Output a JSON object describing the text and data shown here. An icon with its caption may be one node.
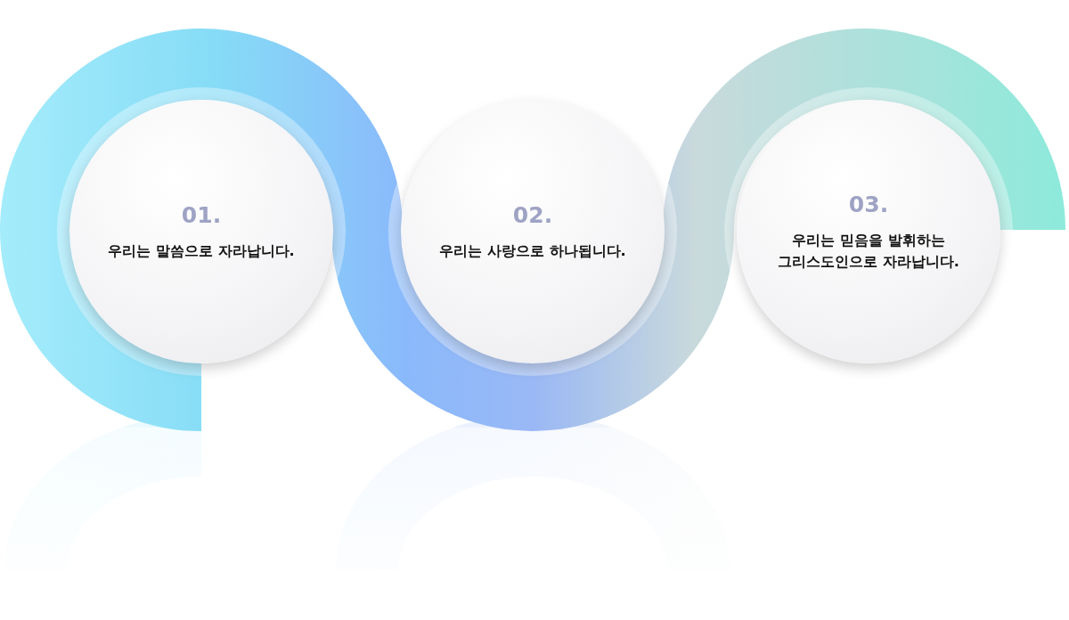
{
  "diagram": {
    "nodes": [
      {
        "text": [
          "01.",
          "우리는 말씀으로 자라납니다."
        ]
      },
      {
        "text": [
          "02.",
          "우리는 사랑으로 하나됩니다."
        ]
      },
      {
        "text": [
          "03.",
          "우리는 믿음을 발휘하는 그리스도인으로 자라납니다."
        ]
      }
    ]
  }
}
